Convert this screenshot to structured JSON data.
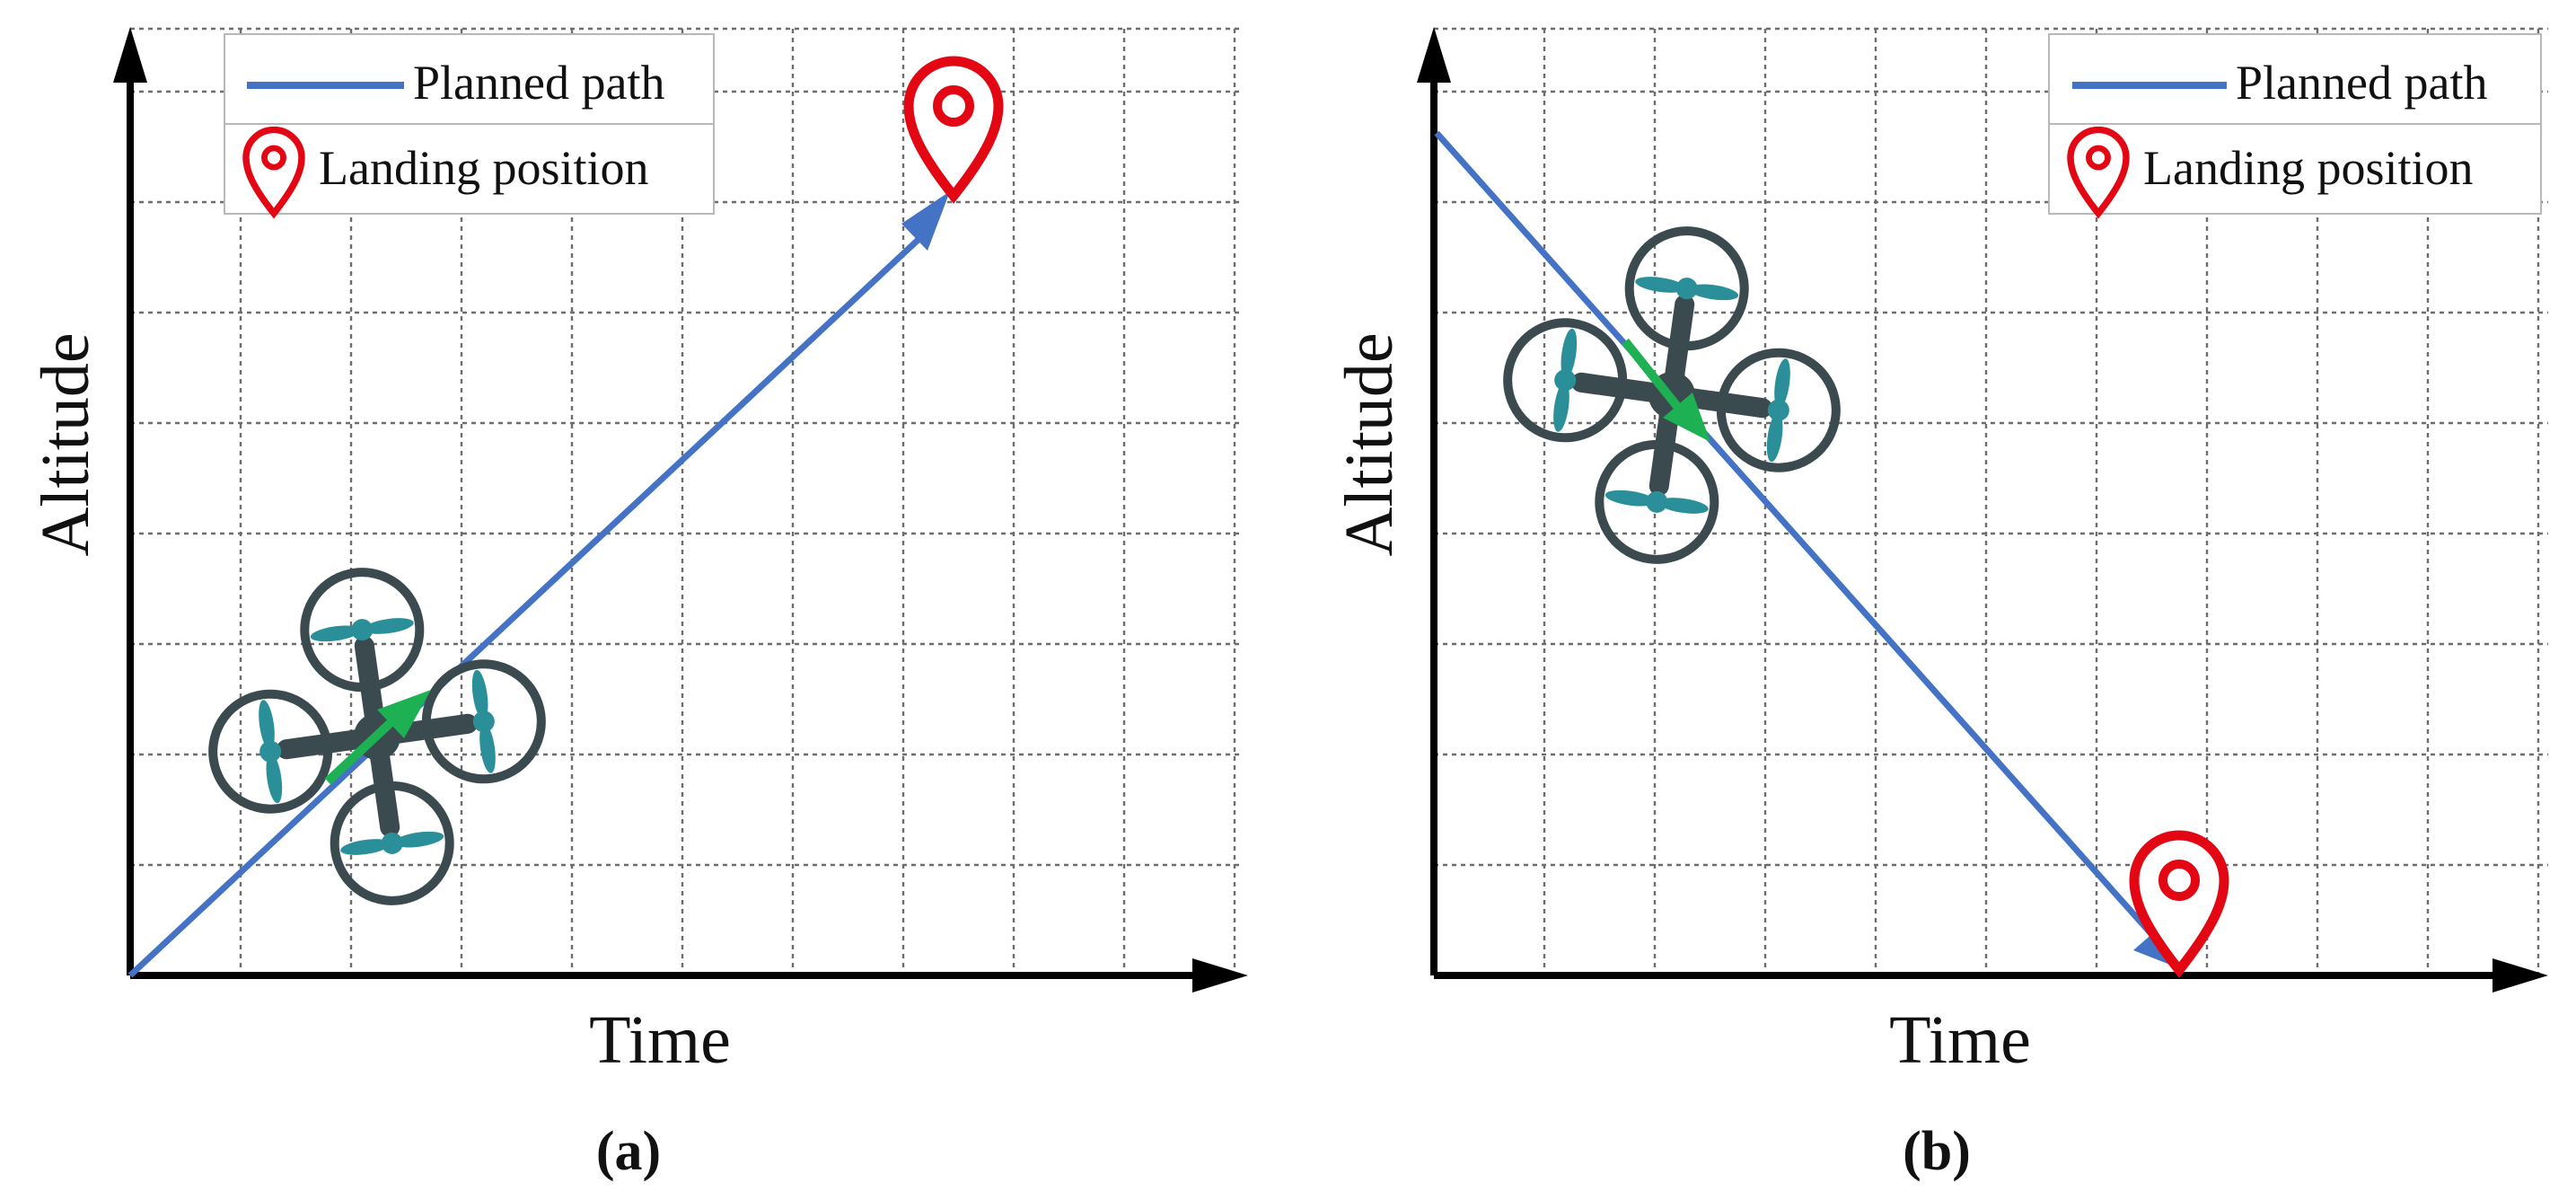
{
  "colors": {
    "path": "#4472c4",
    "pin": "#e30613",
    "arrow": "#1db153",
    "drone_body": "#3b4a4f",
    "propeller": "#2a8f99",
    "axis": "#000000"
  },
  "panels": [
    {
      "caption": "(a)",
      "xlabel": "Time",
      "ylabel": "Altitude",
      "legend": {
        "path_label": "Planned path",
        "landing_label": "Landing position"
      },
      "path_direction": "ascending"
    },
    {
      "caption": "(b)",
      "xlabel": "Time",
      "ylabel": "Altitude",
      "legend": {
        "path_label": "Planned path",
        "landing_label": "Landing position"
      },
      "path_direction": "descending"
    }
  ],
  "icons": [
    "location-pin-icon",
    "drone-icon",
    "direction-arrow-icon"
  ]
}
